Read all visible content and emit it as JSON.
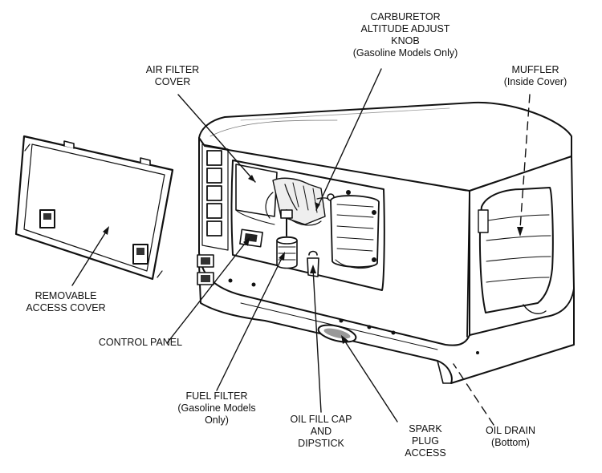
{
  "labels": {
    "carburetor": [
      "CARBURETOR",
      "ALTITUDE ADJUST",
      "KNOB",
      "(Gasoline Models Only)"
    ],
    "air_filter": [
      "AIR FILTER",
      "COVER"
    ],
    "muffler": [
      "MUFFLER",
      "(Inside Cover)"
    ],
    "removable_cover": [
      "REMOVABLE",
      "ACCESS COVER"
    ],
    "control_panel": [
      "CONTROL PANEL"
    ],
    "fuel_filter": [
      "FUEL FILTER",
      "(Gasoline Models",
      "Only)"
    ],
    "oil_fill": [
      "OIL FILL CAP",
      "AND",
      "DIPSTICK"
    ],
    "spark_plug": [
      "SPARK",
      "PLUG",
      "ACCESS"
    ],
    "oil_drain": [
      "OIL DRAIN",
      "(Bottom)"
    ]
  },
  "colors": {
    "line": "#111111",
    "fill": "#ffffff",
    "shade": "#d8d8d8"
  }
}
